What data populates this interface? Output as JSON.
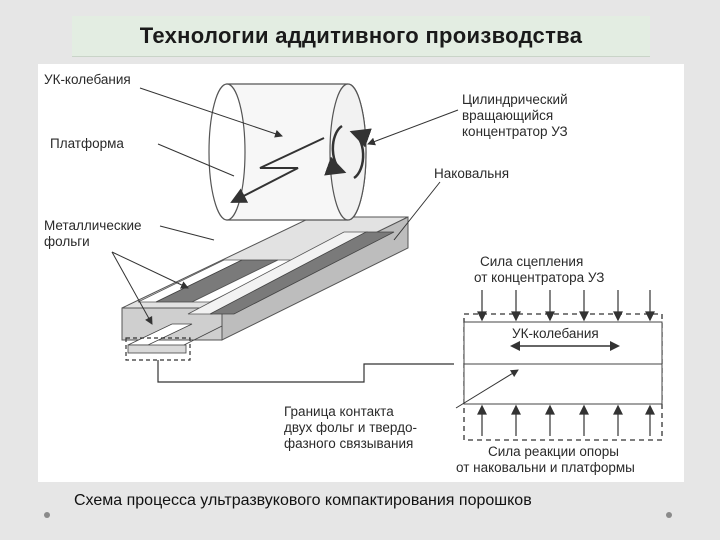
{
  "title": "Технологии аддитивного производства",
  "labels": {
    "uk_oscillation": "УК-колебания",
    "platform": "Платформа",
    "metal_foils_1": "Металлические",
    "metal_foils_2": "фольги",
    "cyl_1": "Цилиндрический",
    "cyl_2": "вращающийся",
    "cyl_3": "концентратор УЗ",
    "anvil": "Наковальня",
    "adhesion_1": "Сила сцепления",
    "adhesion_2": "от концентратора УЗ",
    "inset_uk": "УК-колебания",
    "boundary_1": "Граница контакта",
    "boundary_2": "двух фольг и твердо-",
    "boundary_3": "фазного связывания",
    "reaction_1": "Сила реакции опоры",
    "reaction_2": "от наковальни и платформы"
  },
  "caption": "Схема процесса ультразвукового компактирования порошков"
}
